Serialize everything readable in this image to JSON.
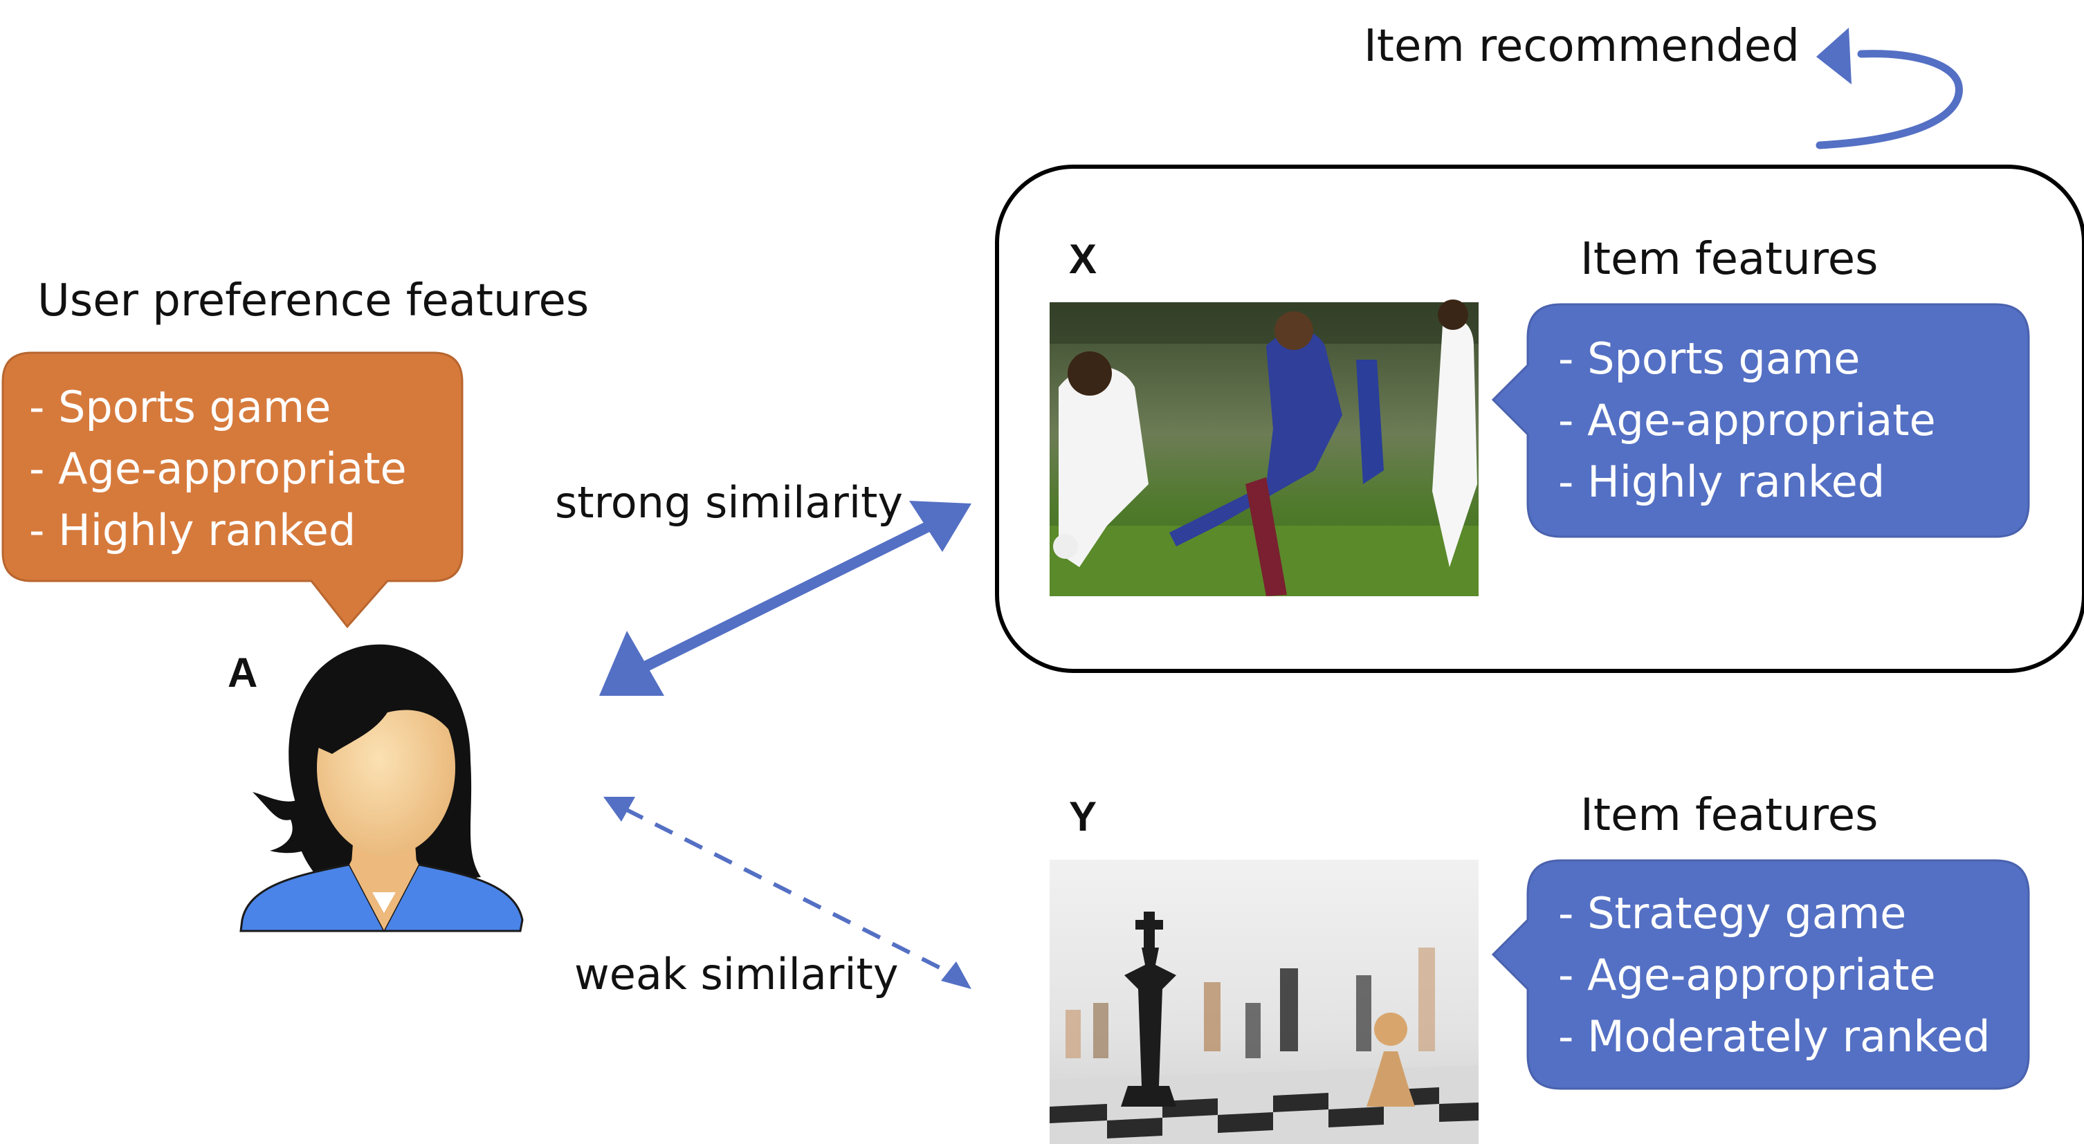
{
  "top": {
    "recommended_label": "Item recommended"
  },
  "user": {
    "title": "User preference features",
    "letter": "A",
    "features": [
      "- Sports game",
      "- Age-appropriate",
      "- Highly ranked"
    ]
  },
  "item_x": {
    "letter": "X",
    "title": "Item features",
    "features": [
      "- Sports game",
      "- Age-appropriate",
      "- Highly ranked"
    ]
  },
  "item_y": {
    "letter": "Y",
    "title": "Item features",
    "features": [
      "- Strategy game",
      "- Age-appropriate",
      "- Moderately ranked"
    ]
  },
  "links": {
    "strong": "strong similarity",
    "weak": "weak similarity"
  },
  "colors": {
    "user_bubble": "#D67A3C",
    "item_bubble": "#5470C4",
    "arrow": "#5470C4",
    "avatar_shirt": "#4A84E8",
    "avatar_skin": "#F2C48C",
    "avatar_hair": "#111111"
  }
}
